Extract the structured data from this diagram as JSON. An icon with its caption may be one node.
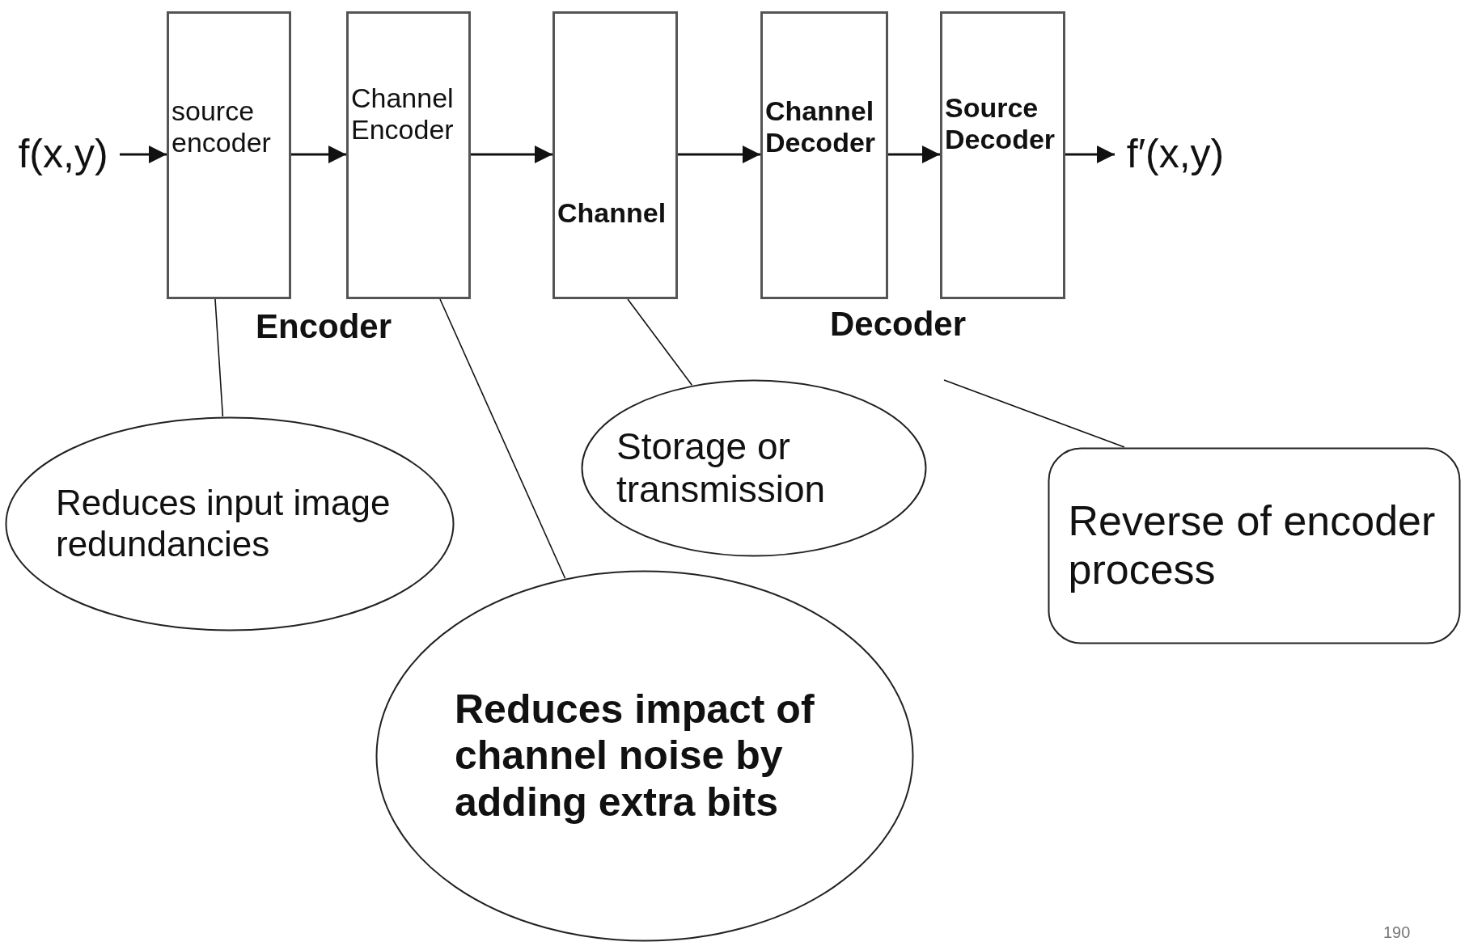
{
  "diagram": {
    "nodes": [
      {
        "text": [
          "f(x,y)"
        ]
      },
      {
        "text": [
          "source encoder"
        ]
      },
      {
        "text": [
          "Channel Encoder"
        ]
      },
      {
        "text": [
          "Channel"
        ]
      },
      {
        "text": [
          "Channel Decoder"
        ]
      },
      {
        "text": [
          "Source Decoder"
        ]
      },
      {
        "text": [
          "f′(x,y)"
        ]
      },
      {
        "text": [
          "Reduces input image redundancies"
        ]
      },
      {
        "text": [
          "Reduces impact of channel noise by adding extra bits"
        ]
      },
      {
        "text": [
          "Storage or transmission"
        ]
      },
      {
        "text": [
          "Reverse of encoder process"
        ]
      }
    ],
    "edges": [
      {
        "from": 0,
        "to": 1,
        "arrow": "to"
      },
      {
        "from": 1,
        "to": 2,
        "arrow": "to"
      },
      {
        "from": 2,
        "to": 3,
        "arrow": "to"
      },
      {
        "from": 3,
        "to": 4,
        "arrow": "to"
      },
      {
        "from": 4,
        "to": 5,
        "arrow": "to"
      },
      {
        "from": 5,
        "to": 6,
        "arrow": "to"
      },
      {
        "from": 7,
        "to": 1,
        "arrow": "none"
      },
      {
        "from": 8,
        "to": 2,
        "arrow": "none"
      },
      {
        "from": 9,
        "to": 3,
        "arrow": "none"
      },
      {
        "from": 10,
        "to": null,
        "arrow": "none"
      }
    ],
    "labels": [
      "Encoder",
      "Decoder",
      "190"
    ]
  }
}
